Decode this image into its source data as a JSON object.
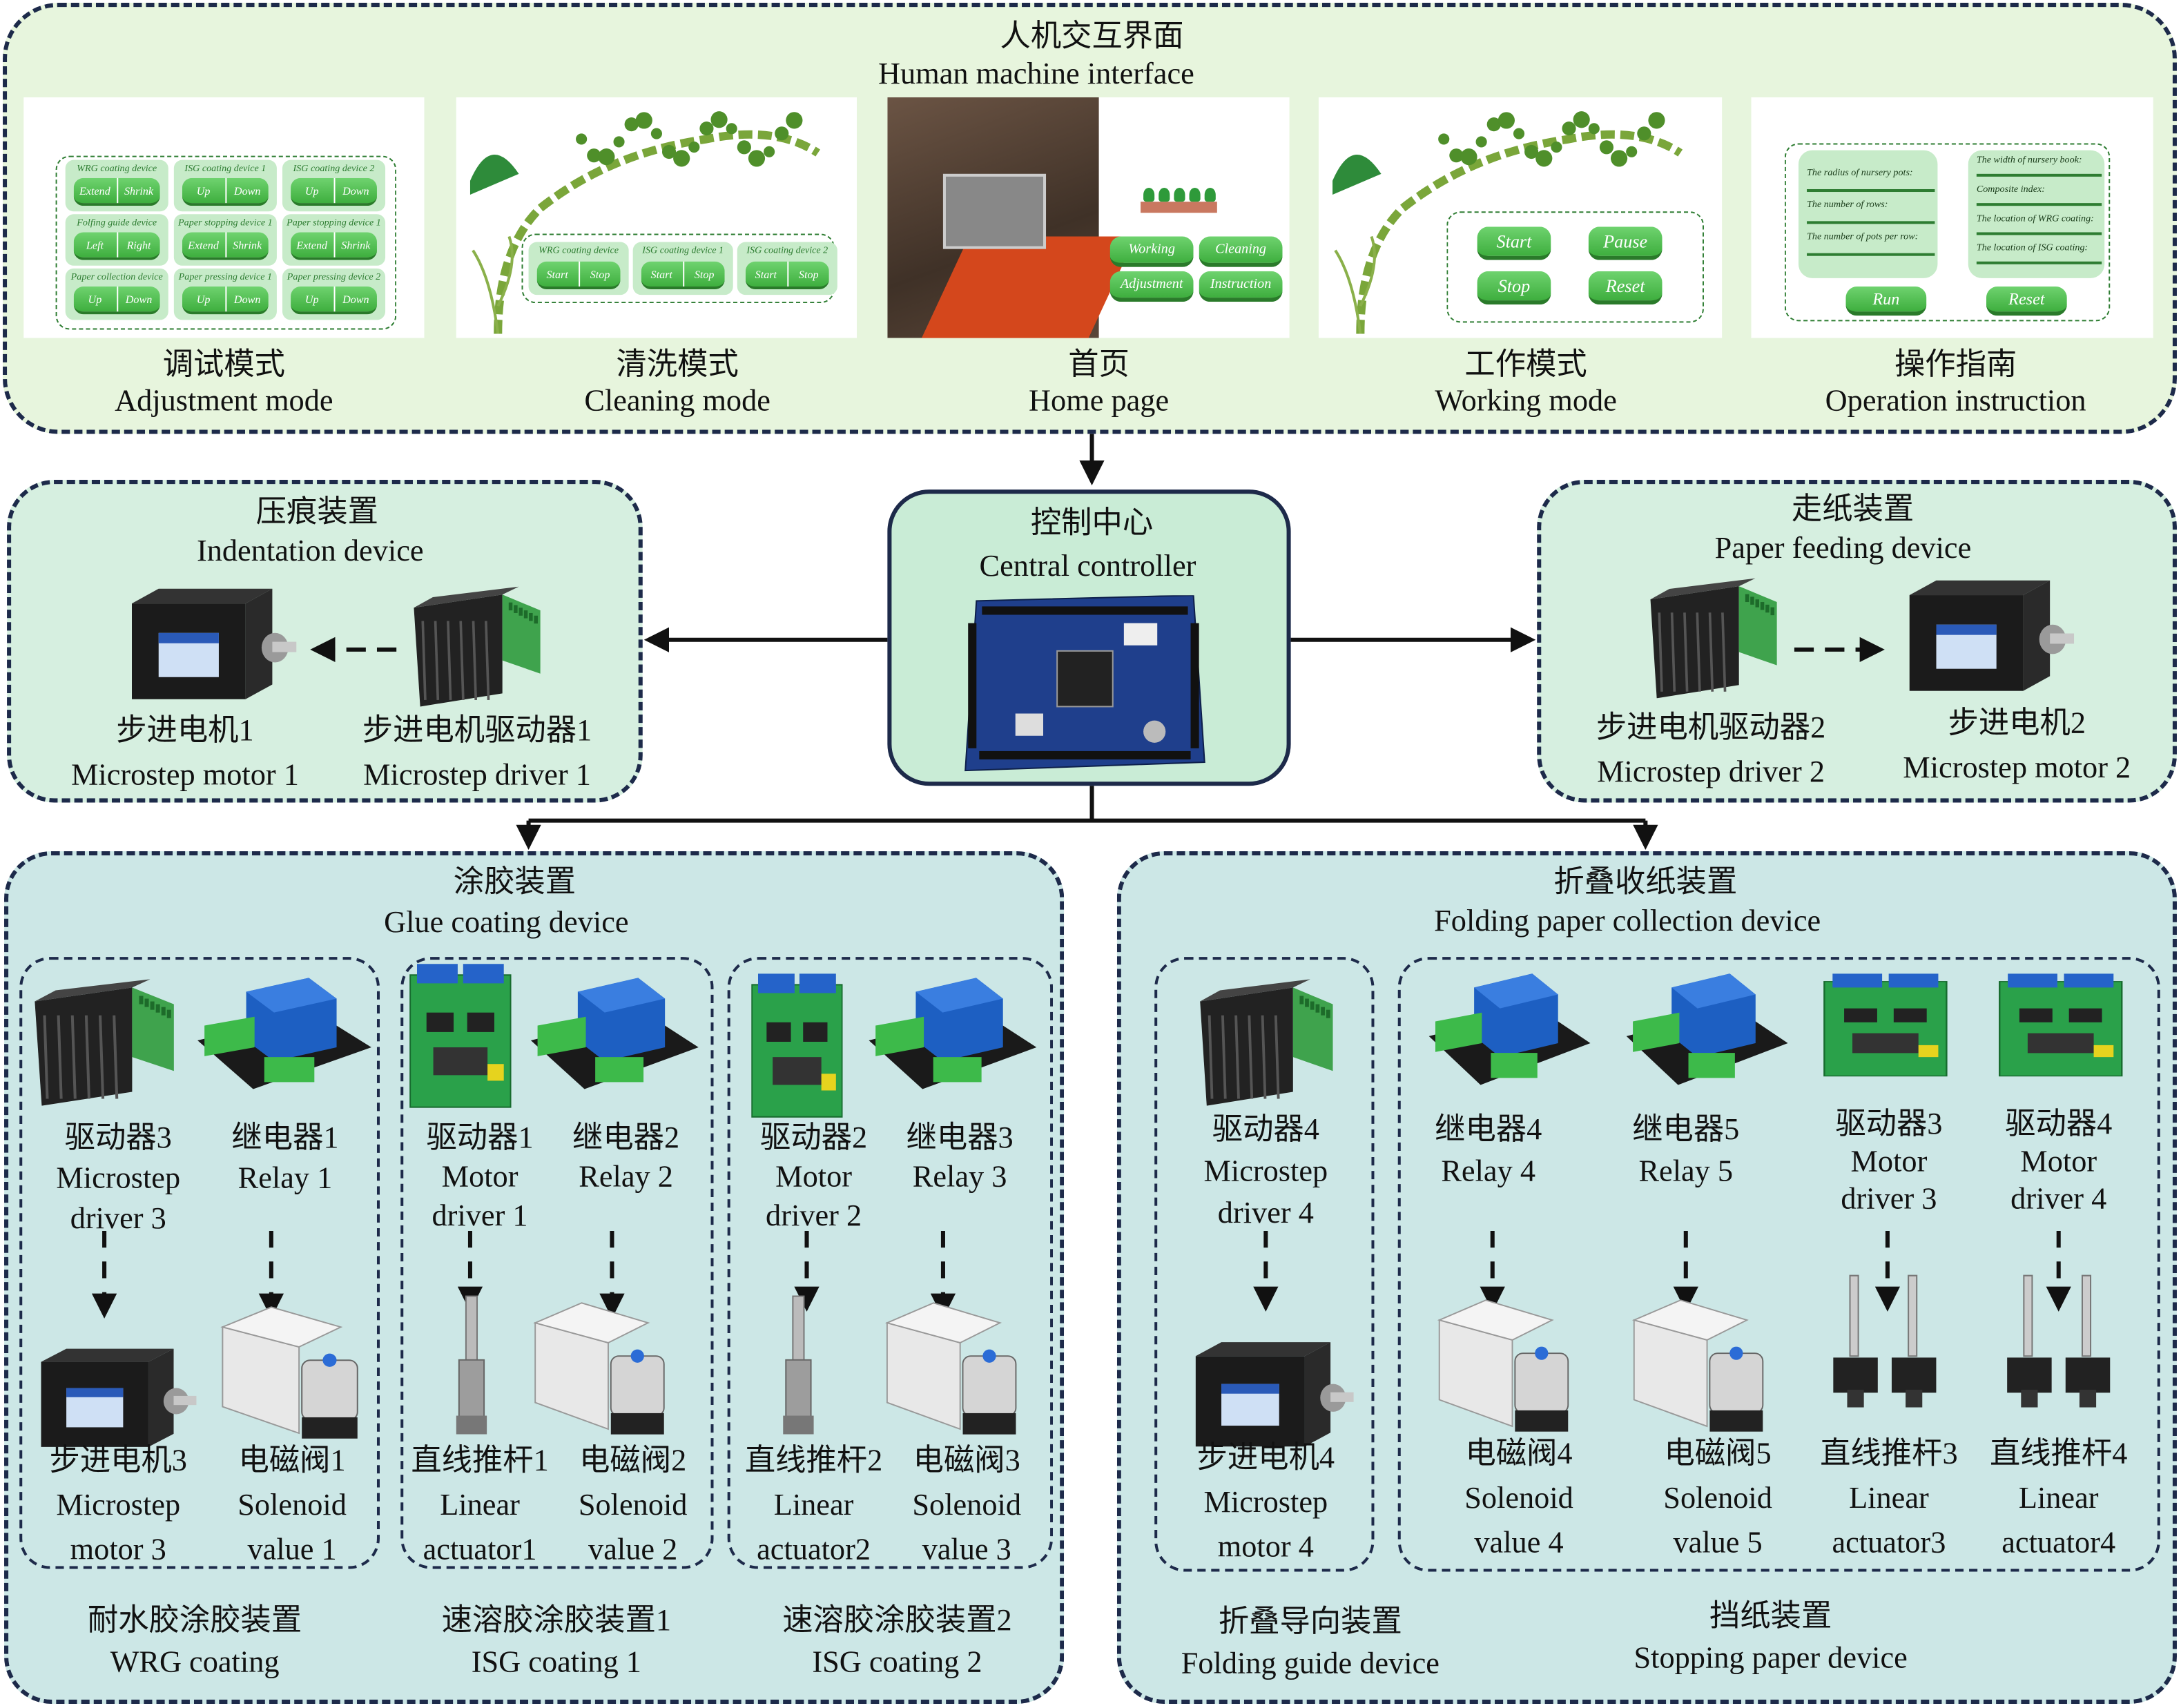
{
  "hmi": {
    "title_cn": "人机交互界面",
    "title_en": "Human machine interface",
    "panels": [
      {
        "cn": "调试模式",
        "en": "Adjustment mode"
      },
      {
        "cn": "清洗模式",
        "en": "Cleaning mode"
      },
      {
        "cn": "首页",
        "en": "Home page"
      },
      {
        "cn": "工作模式",
        "en": "Working mode"
      },
      {
        "cn": "操作指南",
        "en": "Operation instruction"
      }
    ],
    "adjustment": {
      "cells": [
        {
          "title": "WRG coating device",
          "buttons": [
            "Extend",
            "Shrink"
          ]
        },
        {
          "title": "ISG coating device 1",
          "buttons": [
            "Up",
            "Down"
          ]
        },
        {
          "title": "ISG coating device 2",
          "buttons": [
            "Up",
            "Down"
          ]
        },
        {
          "title": "Folfing guide device",
          "buttons": [
            "Left",
            "Right"
          ]
        },
        {
          "title": "Paper stopping device 1",
          "buttons": [
            "Extend",
            "Shrink"
          ]
        },
        {
          "title": "Paper stopping device 1",
          "buttons": [
            "Extend",
            "Shrink"
          ]
        },
        {
          "title": "Paper collection device",
          "buttons": [
            "Up",
            "Down"
          ]
        },
        {
          "title": "Paper pressing device 1",
          "buttons": [
            "Up",
            "Down"
          ]
        },
        {
          "title": "Paper pressing device 2",
          "buttons": [
            "Up",
            "Down"
          ]
        }
      ]
    },
    "cleaning": {
      "cells": [
        {
          "title": "WRG coating device",
          "buttons": [
            "Start",
            "Stop"
          ]
        },
        {
          "title": "ISG coating device 1",
          "buttons": [
            "Start",
            "Stop"
          ]
        },
        {
          "title": "ISG coating device 2",
          "buttons": [
            "Start",
            "Stop"
          ]
        }
      ]
    },
    "home": {
      "buttons": [
        "Working",
        "Cleaning",
        "Adjustment",
        "Instruction"
      ]
    },
    "working": {
      "buttons": [
        "Start",
        "Pause",
        "Stop",
        "Reset"
      ]
    },
    "instruction": {
      "left_fields": [
        "The radius of nursery pots:",
        "The number of rows:",
        "The number of pots per row:"
      ],
      "right_fields": [
        "The width of nursery book:",
        "Composite index:",
        "The location of WRG coating:",
        "The location of ISG coating:"
      ],
      "buttons": [
        "Run",
        "Reset"
      ]
    }
  },
  "central": {
    "title_cn": "控制中心",
    "title_en": "Central controller"
  },
  "indentation": {
    "title_cn": "压痕装置",
    "title_en": "Indentation device",
    "devices": [
      {
        "icon": "stepper-motor",
        "lines": [
          "步进电机1",
          "Microstep motor 1"
        ]
      },
      {
        "icon": "microstep-driver",
        "lines": [
          "步进电机驱动器1",
          "Microstep driver 1"
        ]
      }
    ]
  },
  "paper_feeding": {
    "title_cn": "走纸装置",
    "title_en": "Paper feeding device",
    "devices": [
      {
        "icon": "microstep-driver",
        "lines": [
          "步进电机驱动器2",
          "Microstep driver 2"
        ]
      },
      {
        "icon": "stepper-motor",
        "lines": [
          "步进电机2",
          "Microstep motor 2"
        ]
      }
    ]
  },
  "glue_coating": {
    "title_cn": "涂胶装置",
    "title_en": "Glue coating device",
    "groups": [
      {
        "caption_cn": "耐水胶涂胶装置",
        "caption_en": "WRG coating",
        "devices": [
          {
            "icon": "microstep-driver",
            "lines": [
              "驱动器3",
              "Microstep",
              "driver 3"
            ]
          },
          {
            "icon": "relay",
            "lines": [
              "继电器1",
              "Relay 1"
            ]
          },
          {
            "icon": "stepper-motor",
            "lines": [
              "步进电机3",
              "Microstep",
              "motor 3"
            ]
          },
          {
            "icon": "solenoid-valve",
            "lines": [
              "电磁阀1",
              "Solenoid",
              "value 1"
            ]
          }
        ]
      },
      {
        "caption_cn": "速溶胶涂胶装置1",
        "caption_en": "ISG coating 1",
        "devices": [
          {
            "icon": "motor-driver",
            "lines": [
              "驱动器1",
              "Motor",
              "driver 1"
            ]
          },
          {
            "icon": "relay",
            "lines": [
              "继电器2",
              "Relay 2"
            ]
          },
          {
            "icon": "linear-actuator",
            "lines": [
              "直线推杆1",
              "Linear",
              "actuator1"
            ]
          },
          {
            "icon": "solenoid-valve",
            "lines": [
              "电磁阀2",
              "Solenoid",
              "value 2"
            ]
          }
        ]
      },
      {
        "caption_cn": "速溶胶涂胶装置2",
        "caption_en": "ISG coating 2",
        "devices": [
          {
            "icon": "motor-driver",
            "lines": [
              "驱动器2",
              "Motor",
              "driver 2"
            ]
          },
          {
            "icon": "relay",
            "lines": [
              "继电器3",
              "Relay 3"
            ]
          },
          {
            "icon": "linear-actuator",
            "lines": [
              "直线推杆2",
              "Linear",
              "actuator2"
            ]
          },
          {
            "icon": "solenoid-valve",
            "lines": [
              "电磁阀3",
              "Solenoid",
              "value 3"
            ]
          }
        ]
      }
    ]
  },
  "folding": {
    "title_cn": "折叠收纸装置",
    "title_en": "Folding paper collection device",
    "groups": [
      {
        "caption_cn": "折叠导向装置",
        "caption_en": "Folding guide device",
        "devices": [
          {
            "icon": "microstep-driver",
            "lines": [
              "驱动器4",
              "Microstep",
              "driver 4"
            ]
          },
          {
            "icon": "stepper-motor",
            "lines": [
              "步进电机4",
              "Microstep",
              "motor 4"
            ]
          }
        ]
      },
      {
        "caption_cn": "挡纸装置",
        "caption_en": "Stopping paper device",
        "devices": [
          {
            "icon": "relay",
            "lines": [
              "继电器4",
              "Relay 4"
            ]
          },
          {
            "icon": "relay",
            "lines": [
              "继电器5",
              "Relay 5"
            ]
          },
          {
            "icon": "motor-driver",
            "lines": [
              "驱动器3",
              "Motor",
              "driver 3"
            ]
          },
          {
            "icon": "motor-driver",
            "lines": [
              "驱动器4",
              "Motor",
              "driver 4"
            ]
          },
          {
            "icon": "solenoid-valve",
            "lines": [
              "电磁阀4",
              "Solenoid",
              "value 4"
            ]
          },
          {
            "icon": "solenoid-valve",
            "lines": [
              "电磁阀5",
              "Solenoid",
              "value 5"
            ]
          },
          {
            "icon": "dual-linear-actuator",
            "lines": [
              "直线推杆3",
              "Linear",
              "actuator3"
            ]
          },
          {
            "icon": "dual-linear-actuator",
            "lines": [
              "直线推杆4",
              "Linear",
              "actuator4"
            ]
          }
        ]
      }
    ]
  },
  "colors": {
    "hmi_bg": "#e7f5dd",
    "device_bg": "#d6efe0",
    "section_bg": "#cce7e6",
    "border": "#1d2a4a",
    "button_green": "#4cbb4c"
  }
}
